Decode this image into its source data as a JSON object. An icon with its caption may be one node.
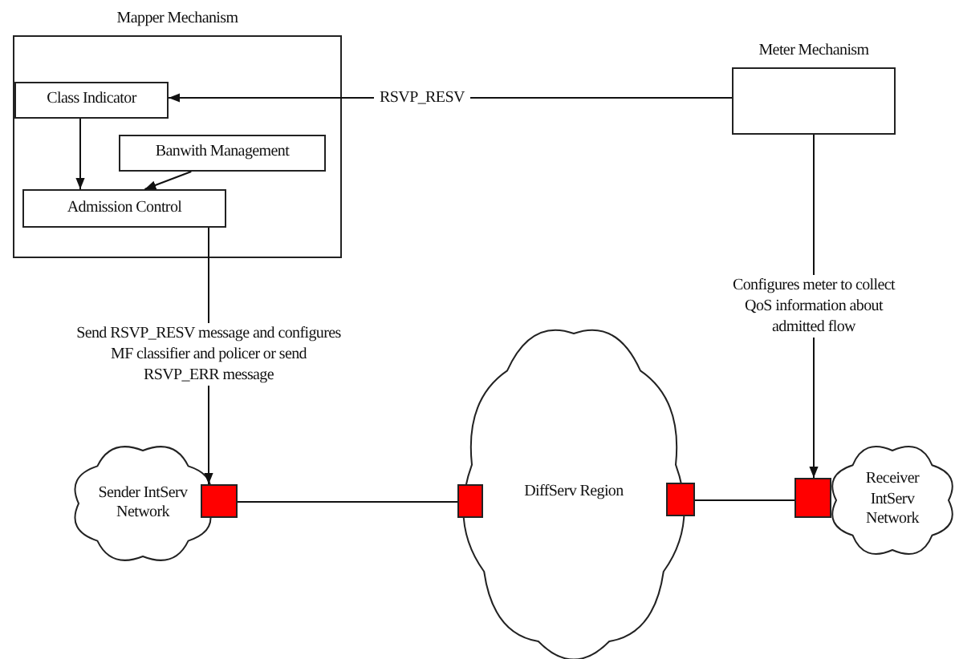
{
  "diagram": {
    "nodes": [
      {
        "text": [
          "Mapper Mechanism"
        ]
      },
      {
        "text": [
          "Class Indicator"
        ],
        "in": 0
      },
      {
        "text": [
          "Banwith Management"
        ],
        "in": 0
      },
      {
        "text": [
          "Admission Control"
        ],
        "in": 0
      },
      {
        "text": [
          "Meter Mechanism"
        ]
      },
      {
        "text": [
          "Sender IntServ Network"
        ]
      },
      {
        "text": [],
        "shape": "box"
      },
      {
        "text": [],
        "shape": "box"
      },
      {
        "text": [
          "DiffServ Region"
        ]
      },
      {
        "text": [],
        "shape": "box"
      },
      {
        "text": [],
        "shape": "box"
      },
      {
        "text": [
          "Receiver IntServ Network"
        ]
      }
    ],
    "edges": [
      {
        "from": 4,
        "to": 1,
        "arrow": "to",
        "label": "RSVP_RESV"
      },
      {
        "from": 1,
        "to": 3,
        "arrow": "to"
      },
      {
        "from": 2,
        "to": 3,
        "arrow": "to"
      },
      {
        "from": 3,
        "to": 6,
        "arrow": "to",
        "label": "Send RSVP_RESV message and configures MF classifier and policer or send RSVP_ERR message"
      },
      {
        "from": 4,
        "to": 10,
        "arrow": "to",
        "label": "Configures meter to collect QoS information about admitted flow"
      },
      {
        "from": 6,
        "to": 7,
        "arrow": "none"
      },
      {
        "from": 9,
        "to": 10,
        "arrow": "none"
      }
    ]
  }
}
